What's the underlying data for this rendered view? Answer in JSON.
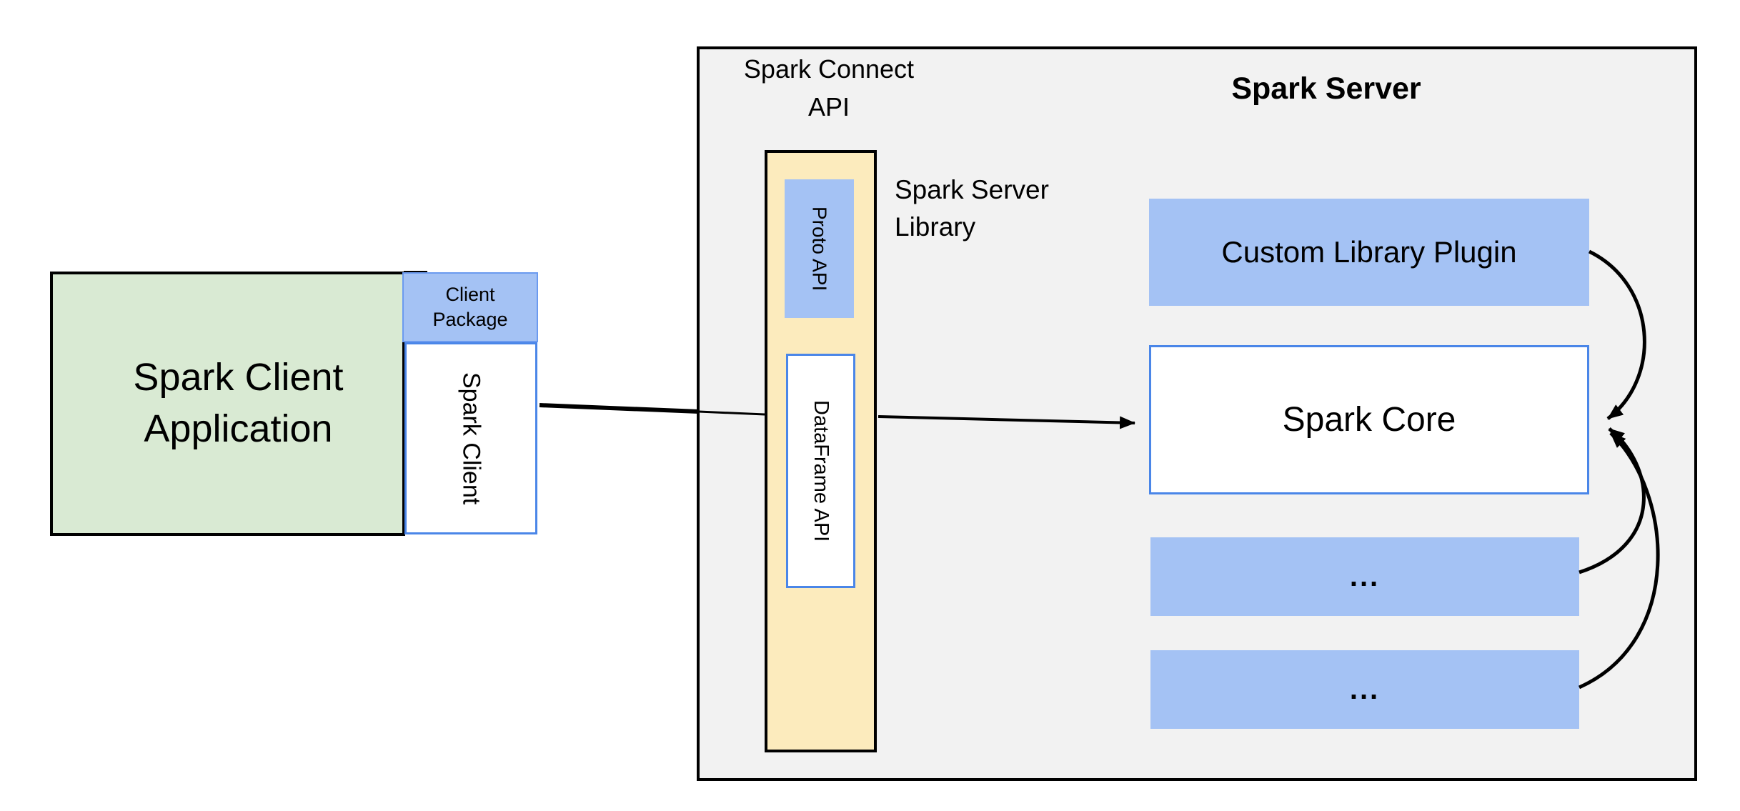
{
  "client": {
    "application": {
      "line1": "Spark Client",
      "line2": "Application"
    },
    "package": {
      "line1": "Client",
      "line2": "Package"
    },
    "spark_client": "Spark Client"
  },
  "connect_api": {
    "label_line1": "Spark Connect",
    "label_line2": "API",
    "proto_api": "Proto API",
    "dataframe_api": "DataFrame API"
  },
  "server": {
    "title": "Spark Server",
    "library_label_line1": "Spark Server",
    "library_label_line2": "Library",
    "plugin": "Custom Library Plugin",
    "core": "Spark Core",
    "more_1": "...",
    "more_2": "..."
  },
  "colors": {
    "green_fill": "#d9ead3",
    "blue_fill": "#a4c2f4",
    "blue_border": "#4a86e8",
    "package_border": "#6b9aef",
    "yellow_fill": "#fcebbd",
    "gray_fill": "#f2f2f2",
    "ink": "#000000",
    "paper": "#ffffff"
  }
}
